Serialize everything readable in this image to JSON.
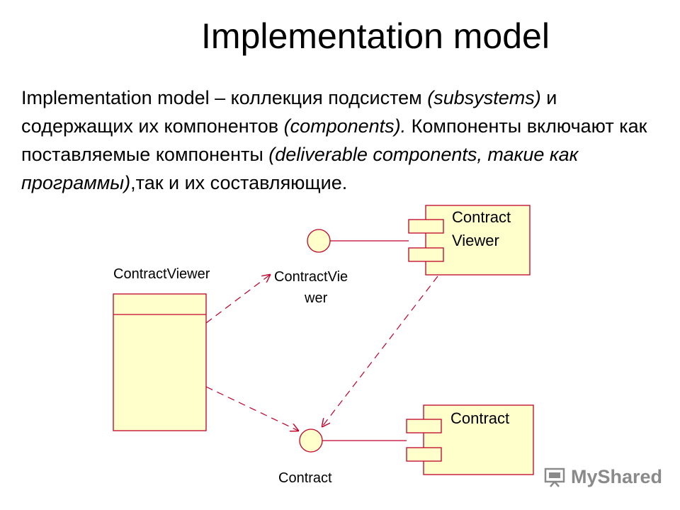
{
  "slide": {
    "title": "Implementation model",
    "paragraph": {
      "p1": "Implementation model – коллекция подсистем ",
      "p2": "(subsystems)",
      "p3": " и содержащих их компонентов ",
      "p4": "(components).",
      "p5": " Компоненты включают как поставляемые компоненты ",
      "p6": "(deliverable components, такие как программы)",
      "p7": ",так и их составляющие."
    }
  },
  "diagram": {
    "class_label": "ContractViewer",
    "interface_top_label_line1": "ContractVie",
    "interface_top_label_line2": "wer",
    "interface_bottom_label": "Contract",
    "component_top_line1": "Contract",
    "component_top_line2": "Viewer",
    "component_bottom": "Contract",
    "colors": {
      "fill": "#ffffcc",
      "stroke": "#c0002a"
    }
  },
  "watermark": {
    "text": "MyShared"
  }
}
